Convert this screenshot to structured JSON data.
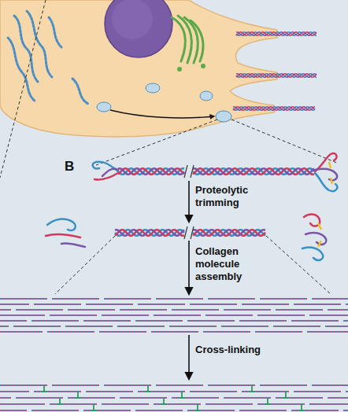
{
  "diagram": {
    "labels": [
      "B",
      "Proteolytic trimming",
      "Collagen molecule assembly",
      "Cross-linking"
    ]
  }
}
